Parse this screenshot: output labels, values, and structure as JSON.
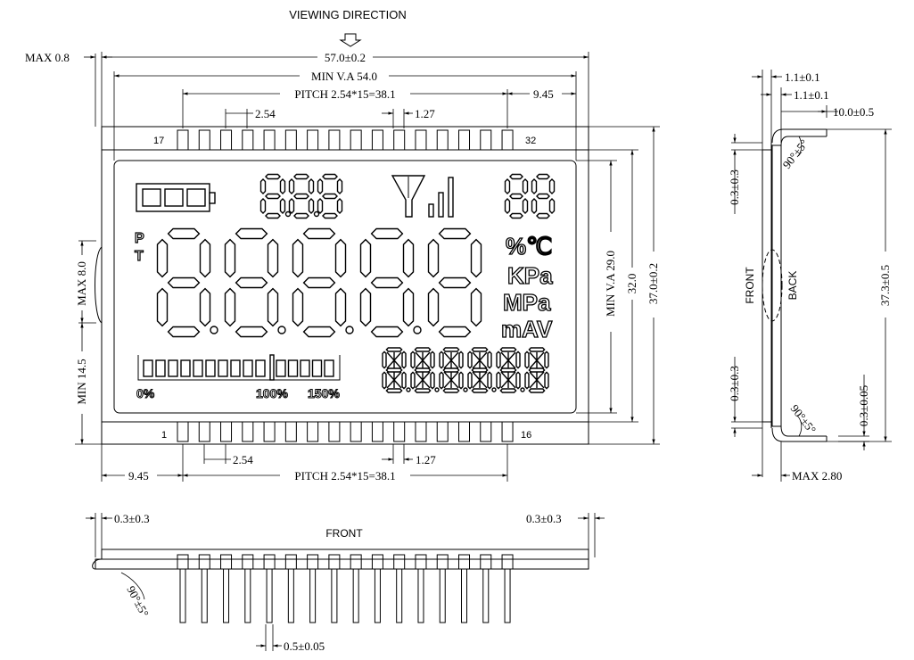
{
  "header": {
    "viewing_direction": "VIEWING DIRECTION"
  },
  "front_view": {
    "max_08": "MAX 0.8",
    "outline_width": "57.0±0.2",
    "min_va_width": "MIN V.A 54.0",
    "pitch_top": "PITCH 2.54*15=38.1",
    "pitch_bottom": "PITCH 2.54*15=38.1",
    "edge_offset_top": "9.45",
    "edge_offset_bottom": "9.45",
    "pin_pitch_top": "2.54",
    "pin_pitch_bottom": "2.54",
    "pin_width_top": "1.27",
    "pin_width_bottom": "1.27",
    "pin_first_top": "17",
    "pin_last_top": "32",
    "pin_first_bottom": "1",
    "pin_last_bottom": "16",
    "max_80": "MAX 8.0",
    "min_145": "MIN 14.5",
    "min_va_height": "MIN V.A 29.0",
    "height_32": "32.0",
    "outline_height": "37.0±0.2"
  },
  "lcd": {
    "small_digits": "8.8.8",
    "right_digits": "88",
    "big_digits": [
      "8",
      "8",
      "8",
      "8",
      "8"
    ],
    "p_label": "P",
    "t_label": "T",
    "unit_percent_c": "%℃",
    "unit_kpa": "KPa",
    "unit_mpa": "MPa",
    "unit_mav": "mAV",
    "bar_label_0": "0%",
    "bar_label_100": "100%",
    "bar_label_150": "150%",
    "bar_segments": 15,
    "alpha_digits": 6
  },
  "side_view": {
    "thk_1": "1.1±0.1",
    "thk_2": "1.1±0.1",
    "pin_len": "10.0±0.5",
    "gap_top": "0.3±0.3",
    "gap_bottom": "0.3±0.3",
    "angle_top": "90°±5°",
    "angle_bottom": "90°±5°",
    "front_label": "FRONT",
    "back_label": "BACK",
    "height_373": "37.3±0.5",
    "pin_thk": "0.3±0.05",
    "max_thickness": "MAX 2.80"
  },
  "bottom_view": {
    "left_gap": "0.3±0.3",
    "right_gap": "0.3±0.3",
    "front_label": "FRONT",
    "angle": "90°±5°",
    "pin_width": "0.5±0.05"
  }
}
